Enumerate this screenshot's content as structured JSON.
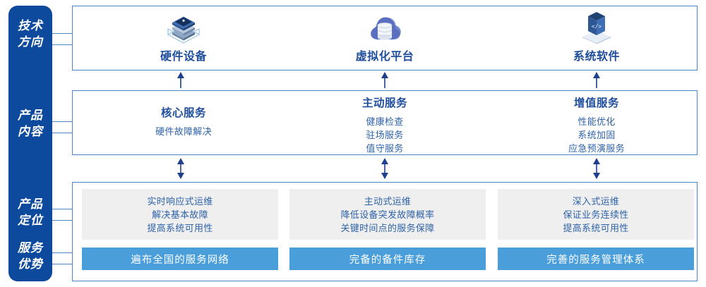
{
  "rail": {
    "items": [
      {
        "name": "tech-direction",
        "lines": [
          "技术",
          "方向"
        ]
      },
      {
        "name": "product-content",
        "lines": [
          "产品",
          "内容"
        ]
      },
      {
        "name": "product-positioning",
        "lines": [
          "产品",
          "定位"
        ]
      },
      {
        "name": "service-advantage",
        "lines": [
          "服务",
          "优势"
        ]
      }
    ]
  },
  "tech_row": {
    "columns": [
      {
        "icon": "server-stack-icon",
        "title": "硬件设备"
      },
      {
        "icon": "cloud-database-icon",
        "title": "虚拟化平台"
      },
      {
        "icon": "laptop-code-icon",
        "title": "系统软件"
      }
    ]
  },
  "content_row": {
    "columns": [
      {
        "title": "核心服务",
        "items": [
          "硬件故障解决"
        ]
      },
      {
        "title": "主动服务",
        "items": [
          "健康检查",
          "驻场服务",
          "值守服务"
        ]
      },
      {
        "title": "增值服务",
        "items": [
          "性能优化",
          "系统加固",
          "应急预演服务"
        ]
      }
    ]
  },
  "positioning_row": {
    "boxes": [
      {
        "items": [
          "实时响应式运维",
          "解决基本故障",
          "提高系统可用性"
        ]
      },
      {
        "items": [
          "主动式运维",
          "降低设备突发故障概率",
          "关键时间点的服务保障"
        ]
      },
      {
        "items": [
          "深入式运维",
          "保证业务连续性",
          "提高系统可用性"
        ]
      }
    ]
  },
  "advantage_row": {
    "bars": [
      {
        "label": "遍布全国的服务网络"
      },
      {
        "label": "完备的备件库存"
      },
      {
        "label": "完善的服务管理体系"
      }
    ]
  },
  "colors": {
    "rail_blue": "#0D4A9D",
    "outline_blue": "#4A86C8",
    "title_blue": "#1F4E9C",
    "text_blue": "#2F63A8",
    "bar_blue": "#4A9EDA",
    "grey_box": "#EFEFEF",
    "arrow_navy": "#1F3F8F"
  }
}
